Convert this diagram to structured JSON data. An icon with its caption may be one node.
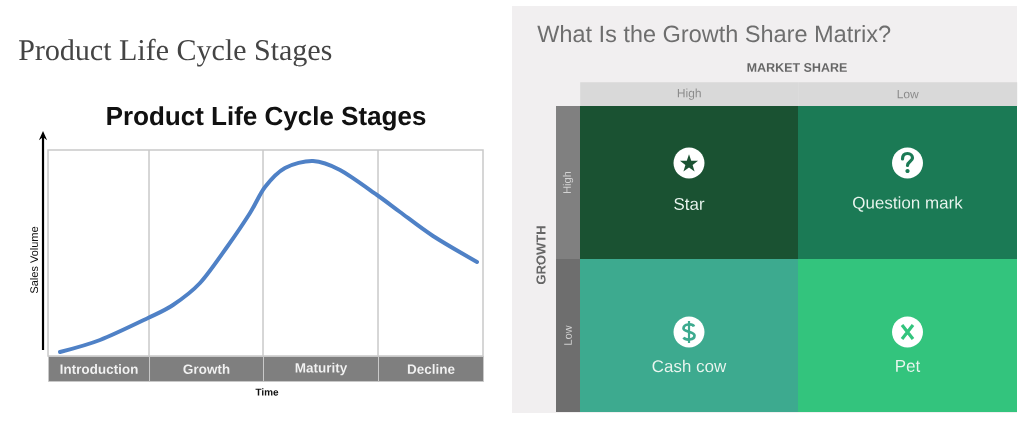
{
  "diagram": {
    "title": "Product Life Cycle Stages",
    "nodes": [
      {
        "text": [
          "Introduction"
        ]
      },
      {
        "text": [
          "Growth"
        ]
      },
      {
        "text": [
          "Maturity"
        ]
      },
      {
        "text": [
          "Decline"
        ]
      },
      {
        "text": [
          "What Is the Growth Share Matrix?"
        ]
      },
      {
        "text": [
          "High"
        ],
        "in": 4
      },
      {
        "text": [
          "Low"
        ],
        "in": 4
      },
      {
        "text": [
          "High"
        ],
        "in": 4
      },
      {
        "text": [
          "Star"
        ],
        "in": 4
      },
      {
        "text": [
          "Question mark"
        ],
        "in": 4
      },
      {
        "text": [
          "Low"
        ],
        "in": 4
      },
      {
        "text": [
          "Cash cow"
        ],
        "in": 4
      },
      {
        "text": [
          "Pet"
        ],
        "in": 4
      }
    ],
    "labels": [
      "Product Life Cycle Stages",
      "Sales Volume",
      "Time",
      "MARKET SHARE",
      "GROWTH"
    ]
  }
}
